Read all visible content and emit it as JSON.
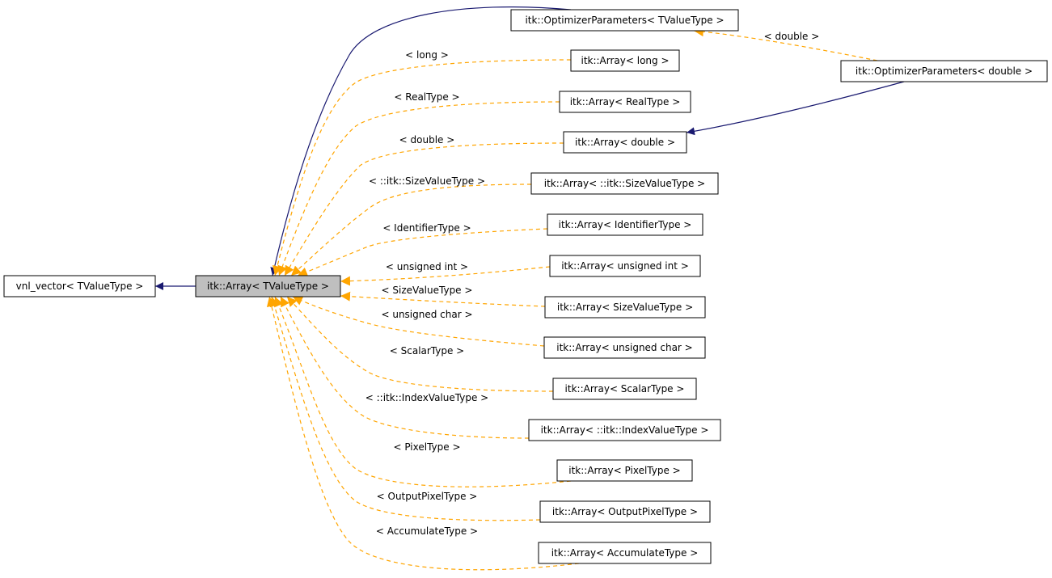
{
  "colors": {
    "inheritance": "#191970",
    "template": "#ffa500",
    "node_border": "#000000",
    "current_fill": "#bfbfbf"
  },
  "nodes": [
    {
      "id": "vnl_vector",
      "label": "vnl_vector< TValueType >"
    },
    {
      "id": "array_t",
      "label": "itk::Array< TValueType >",
      "current": true
    },
    {
      "id": "opt_t",
      "label": "itk::OptimizerParameters< TValueType >"
    },
    {
      "id": "opt_double",
      "label": "itk::OptimizerParameters< double >"
    },
    {
      "id": "a_long",
      "label": "itk::Array< long >"
    },
    {
      "id": "a_realtype",
      "label": "itk::Array< RealType >"
    },
    {
      "id": "a_double",
      "label": "itk::Array< double >"
    },
    {
      "id": "a_sizevaluetype_ns",
      "label": "itk::Array< ::itk::SizeValueType >"
    },
    {
      "id": "a_identifiertype",
      "label": "itk::Array< IdentifierType >"
    },
    {
      "id": "a_uint",
      "label": "itk::Array< unsigned int >"
    },
    {
      "id": "a_sizevaluetype",
      "label": "itk::Array< SizeValueType >"
    },
    {
      "id": "a_uchar",
      "label": "itk::Array< unsigned char >"
    },
    {
      "id": "a_scalartype",
      "label": "itk::Array< ScalarType >"
    },
    {
      "id": "a_indexvaluetype_ns",
      "label": "itk::Array< ::itk::IndexValueType >"
    },
    {
      "id": "a_pixeltype",
      "label": "itk::Array< PixelType >"
    },
    {
      "id": "a_outputpixeltype",
      "label": "itk::Array< OutputPixelType >"
    },
    {
      "id": "a_accumulatetype",
      "label": "itk::Array< AccumulateType >"
    }
  ],
  "edges": [
    {
      "from": "array_t",
      "to": "vnl_vector",
      "kind": "inheritance",
      "label": ""
    },
    {
      "from": "opt_t",
      "to": "array_t",
      "kind": "inheritance",
      "label": ""
    },
    {
      "from": "opt_double",
      "to": "a_double",
      "kind": "inheritance",
      "label": ""
    },
    {
      "from": "opt_double",
      "to": "opt_t",
      "kind": "template",
      "label": "< double >"
    },
    {
      "from": "a_long",
      "to": "array_t",
      "kind": "template",
      "label": "< long >"
    },
    {
      "from": "a_realtype",
      "to": "array_t",
      "kind": "template",
      "label": "< RealType >"
    },
    {
      "from": "a_double",
      "to": "array_t",
      "kind": "template",
      "label": "< double >"
    },
    {
      "from": "a_sizevaluetype_ns",
      "to": "array_t",
      "kind": "template",
      "label": "< ::itk::SizeValueType >"
    },
    {
      "from": "a_identifiertype",
      "to": "array_t",
      "kind": "template",
      "label": "< IdentifierType >"
    },
    {
      "from": "a_uint",
      "to": "array_t",
      "kind": "template",
      "label": "< unsigned int >"
    },
    {
      "from": "a_sizevaluetype",
      "to": "array_t",
      "kind": "template",
      "label": "< SizeValueType >"
    },
    {
      "from": "a_uchar",
      "to": "array_t",
      "kind": "template",
      "label": "< unsigned char >"
    },
    {
      "from": "a_scalartype",
      "to": "array_t",
      "kind": "template",
      "label": "< ScalarType >"
    },
    {
      "from": "a_indexvaluetype_ns",
      "to": "array_t",
      "kind": "template",
      "label": "< ::itk::IndexValueType >"
    },
    {
      "from": "a_pixeltype",
      "to": "array_t",
      "kind": "template",
      "label": "< PixelType >"
    },
    {
      "from": "a_outputpixeltype",
      "to": "array_t",
      "kind": "template",
      "label": "< OutputPixelType >"
    },
    {
      "from": "a_accumulatetype",
      "to": "array_t",
      "kind": "template",
      "label": "< AccumulateType >"
    }
  ]
}
